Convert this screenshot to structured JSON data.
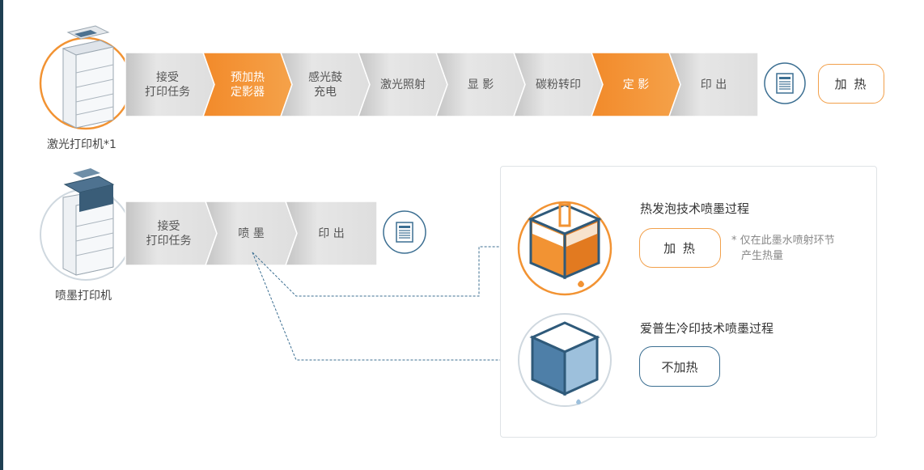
{
  "laser": {
    "label": "激光打印机*1",
    "steps": [
      {
        "label": "接受\n打印任务",
        "style": "gray"
      },
      {
        "label": "预加热\n定影器",
        "style": "orange"
      },
      {
        "label": "感光鼓\n充电",
        "style": "gray"
      },
      {
        "label": "激光照射",
        "style": "gray"
      },
      {
        "label": "显 影",
        "style": "gray"
      },
      {
        "label": "碳粉转印",
        "style": "gray"
      },
      {
        "label": "定 影",
        "style": "orange"
      },
      {
        "label": "印 出",
        "style": "gray"
      }
    ],
    "heat_label": "加 热"
  },
  "inkjet": {
    "label": "喷墨打印机",
    "steps": [
      {
        "label": "接受\n打印任务",
        "style": "gray"
      },
      {
        "label": "喷 墨",
        "style": "gray"
      },
      {
        "label": "印 出",
        "style": "gray"
      }
    ]
  },
  "panel": {
    "thermal": {
      "title": "热发泡技术喷墨过程",
      "pill_label": "加 热",
      "note_line1": "* 仅在此墨水喷射环节",
      "note_line2": "产生热量"
    },
    "epson": {
      "title": "爱普生冷印技术喷墨过程",
      "pill_label": "不加热"
    }
  },
  "colors": {
    "orange": "#f29333",
    "gray": "#d9d9d9",
    "blue": "#3c6f92",
    "dark_bar": "#1e3f52"
  }
}
